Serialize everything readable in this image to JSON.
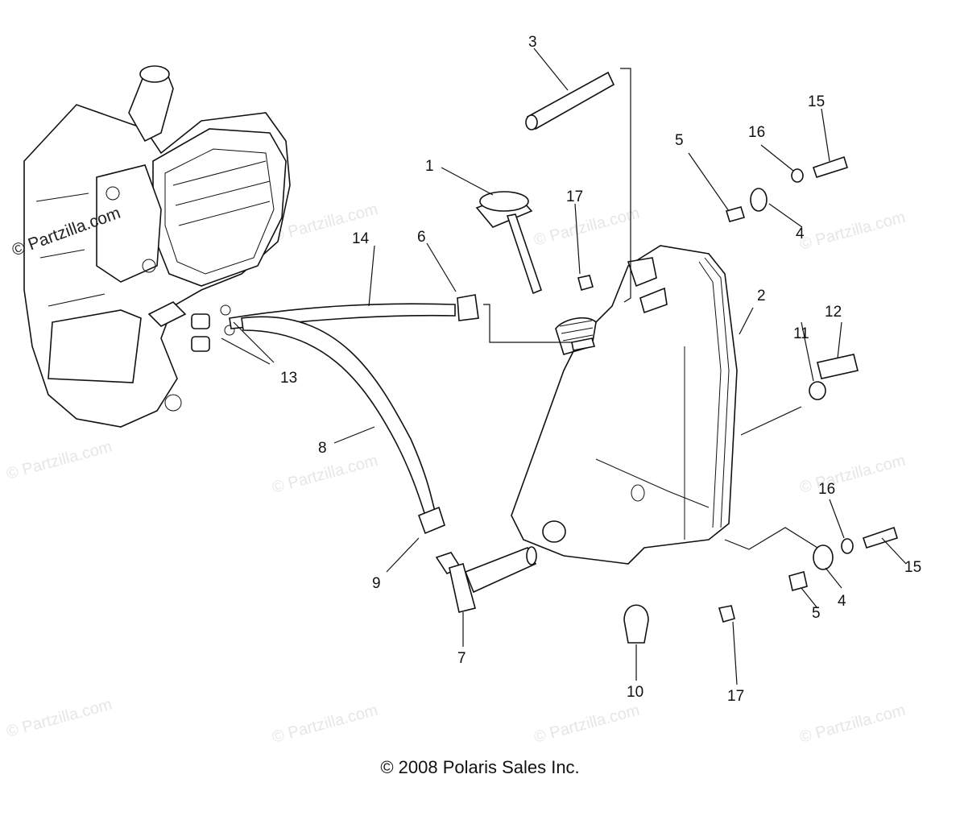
{
  "diagram": {
    "callouts": [
      "1",
      "2",
      "3",
      "4",
      "5",
      "6",
      "7",
      "8",
      "9",
      "10",
      "11",
      "12",
      "13",
      "14",
      "15",
      "16",
      "17"
    ],
    "watermark_text": "Partzilla.com",
    "side_watermark": "© Partzilla.com",
    "copyright": "© 2008 Polaris Sales Inc."
  }
}
